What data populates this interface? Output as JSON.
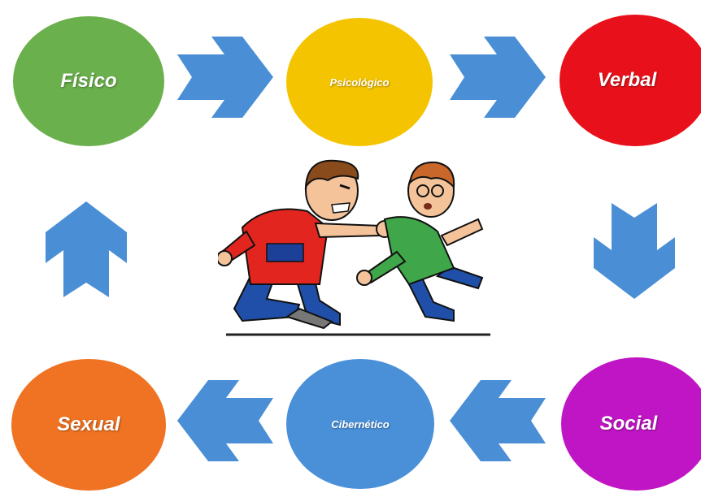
{
  "nodes": {
    "fisico": {
      "label": "Físico",
      "color": "#6ab04c"
    },
    "psicologico": {
      "label": "Psicológico",
      "color": "#f5c400"
    },
    "verbal": {
      "label": "Verbal",
      "color": "#e8111b"
    },
    "social": {
      "label": "Social",
      "color": "#c015c4"
    },
    "cibernetico": {
      "label": "Cibernético",
      "color": "#4a90d9"
    },
    "sexual": {
      "label": "Sexual",
      "color": "#ef7322"
    }
  },
  "arrow_color": "#4a8fd6",
  "illustration": {
    "name": "bullying-scene"
  }
}
